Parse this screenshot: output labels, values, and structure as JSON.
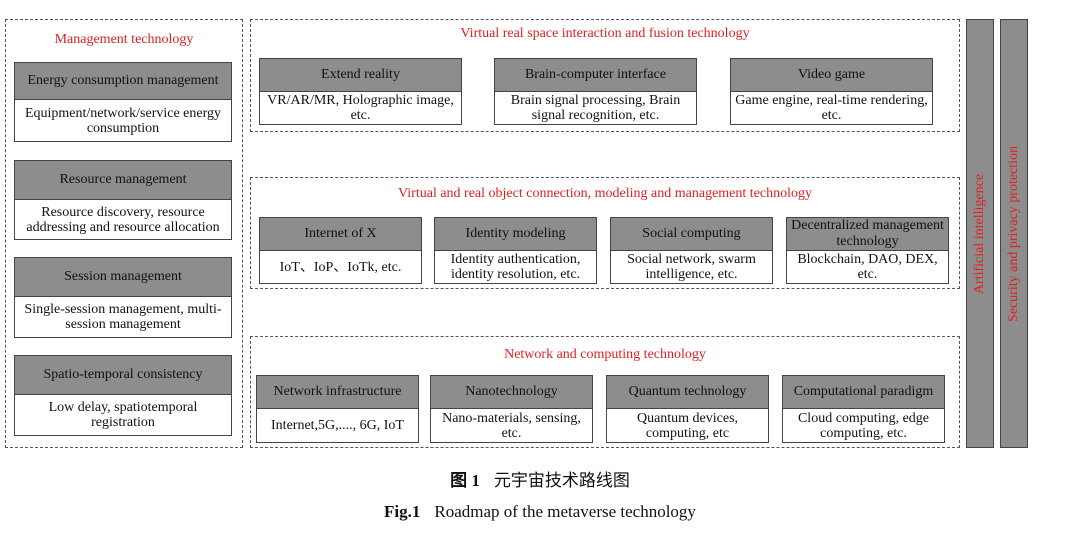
{
  "management": {
    "title": "Management technology",
    "items": [
      {
        "head": "Energy consumption management",
        "body": "Equipment/network/service energy consumption"
      },
      {
        "head": "Resource management",
        "body": "Resource discovery, resource addressing and resource allocation"
      },
      {
        "head": "Session management",
        "body": "Single-session management, multi-session management"
      },
      {
        "head": "Spatio-temporal consistency",
        "body": "Low delay, spatiotemporal registration"
      }
    ]
  },
  "interaction": {
    "title": "Virtual real space interaction and fusion technology",
    "items": [
      {
        "head": "Extend reality",
        "body": "VR/AR/MR, Holographic image, etc."
      },
      {
        "head": "Brain-computer interface",
        "body": "Brain signal processing, Brain signal recognition, etc."
      },
      {
        "head": "Video game",
        "body": "Game engine, real-time rendering, etc."
      }
    ]
  },
  "connection": {
    "title": "Virtual and real object connection, modeling and management technology",
    "items": [
      {
        "head": "Internet of X",
        "body": "IoT、IoP、IoTk, etc."
      },
      {
        "head": "Identity modeling",
        "body": "Identity authentication, identity resolution, etc."
      },
      {
        "head": "Social computing",
        "body": "Social network, swarm intelligence, etc."
      },
      {
        "head": "Decentralized management technology",
        "body": "Blockchain, DAO, DEX, etc."
      }
    ]
  },
  "network": {
    "title": "Network and computing technology",
    "items": [
      {
        "head": "Network infrastructure",
        "body": "Internet,5G,...., 6G, IoT"
      },
      {
        "head": "Nanotechnology",
        "body": "Nano-materials, sensing, etc."
      },
      {
        "head": "Quantum technology",
        "body": "Quantum devices, computing, etc"
      },
      {
        "head": "Computational paradigm",
        "body": "Cloud computing, edge computing, etc."
      }
    ]
  },
  "side_bars": [
    "Artificial intelligence",
    "Security and privacy protection"
  ],
  "caption": {
    "cn_label": "图 1",
    "cn_text": "元宇宙技术路线图",
    "en_label": "Fig.1",
    "en_text": "Roadmap of the metaverse technology"
  }
}
